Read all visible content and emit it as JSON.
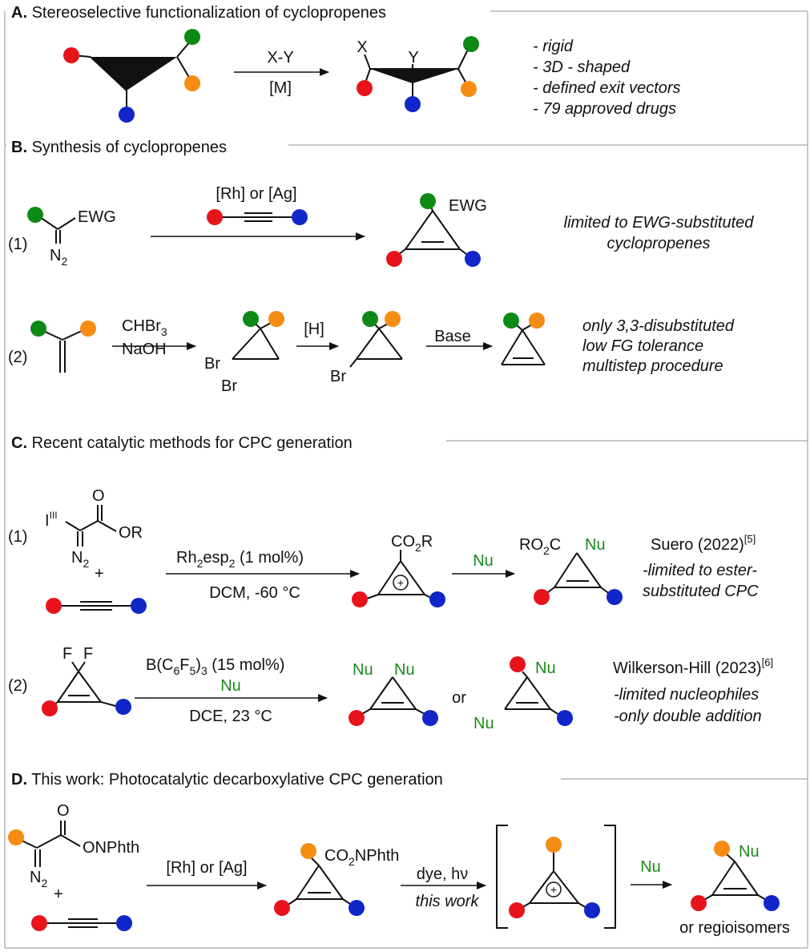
{
  "colors": {
    "red": "#e8141c",
    "green": "#0d8a16",
    "orange": "#f58c14",
    "blue": "#1026c8",
    "nu_green": "#1a8a1a",
    "frame": "#b5b5b5"
  },
  "sections": {
    "A": {
      "letter": "A.",
      "title": "Stereoselective functionalization of cyclopropenes",
      "reagent_top": "X-Y",
      "reagent_bottom": "[M]",
      "label_x": "X",
      "label_y": "Y",
      "properties": [
        "- rigid",
        "- 3D - shaped",
        "- defined exit vectors",
        "- 79 approved drugs"
      ]
    },
    "B": {
      "letter": "B.",
      "title": "Synthesis of cyclopropenes",
      "r1": {
        "num": "(1)",
        "ewg": "EWG",
        "n2": "N",
        "n2_sub": "2",
        "catalyst": "[Rh] or [Ag]",
        "product_ewg": "EWG",
        "note": [
          "limited to EWG-substituted",
          "cyclopropenes"
        ]
      },
      "r2": {
        "num": "(2)",
        "reagent1": "CHBr",
        "reagent1_sub": "3",
        "reagent2": "NaOH",
        "br": "Br",
        "reduct": "[H]",
        "base": "Base",
        "note": [
          "only 3,3-disubstituted",
          "low FG tolerance",
          "multistep procedure"
        ]
      }
    },
    "C": {
      "letter": "C.",
      "title": "Recent catalytic methods for CPC generation",
      "r1": {
        "num": "(1)",
        "iodine": "I",
        "iodine_sup": "III",
        "carbonyl_o": "O",
        "or": "OR",
        "n2": "N",
        "n2_sub": "2",
        "plus": "+",
        "cond1_pre": "Rh",
        "cond1_sub": "2",
        "cond1_mid": "esp",
        "cond1_sub2": "2",
        "cond1_post": " (1 mol%)",
        "cond2": "DCM, -60 °C",
        "co2r_pre": "CO",
        "co2r_sub": "2",
        "co2r_post": "R",
        "charge": "+",
        "nu": "Nu",
        "ro2c_pre": "RO",
        "ro2c_sub": "2",
        "ro2c_post": "C",
        "product_nu": "Nu",
        "ref": "Suero (2022)",
        "ref_sup": "[5]",
        "note": [
          "-limited to ester-",
          "substituted CPC"
        ]
      },
      "r2": {
        "num": "(2)",
        "f": "F",
        "cond1_pre": "B(C",
        "cond1_sub1": "6",
        "cond1_mid": "F",
        "cond1_sub2": "5",
        "cond1_post": ")",
        "cond1_sub3": "3",
        "cond1_tail": " (15 mol%)",
        "nu": "Nu",
        "cond2": "DCE, 23 °C",
        "or": "or",
        "ref": "Wilkerson-Hill (2023)",
        "ref_sup": "[6]",
        "note": [
          "-limited nucleophiles",
          "-only double addition"
        ]
      }
    },
    "D": {
      "letter": "D.",
      "title": "This work: Photocatalytic decarboxylative CPC generation",
      "carbonyl_o": "O",
      "onphth": "ONPhth",
      "n2": "N",
      "n2_sub": "2",
      "plus": "+",
      "catalyst": "[Rh] or [Ag]",
      "co2nphth_pre": "CO",
      "co2nphth_sub": "2",
      "co2nphth_post": "NPhth",
      "cond1": "dye, hν",
      "cond2": "this work",
      "charge": "+",
      "nu": "Nu",
      "product_nu": "Nu",
      "regio": "or regioisomers"
    }
  }
}
